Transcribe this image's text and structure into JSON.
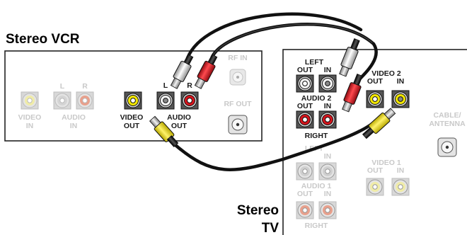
{
  "devices": {
    "vcr": {
      "title": "Stereo VCR"
    },
    "tv": {
      "title_line1": "Stereo",
      "title_line2": "TV"
    }
  },
  "vcr": {
    "video_in": [
      "VIDEO",
      "IN"
    ],
    "audio_in_l": "L",
    "audio_in_r": "R",
    "audio_in": [
      "AUDIO",
      "IN"
    ],
    "video_out": [
      "VIDEO",
      "OUT"
    ],
    "audio_out_l": "L",
    "audio_out_r": "R",
    "audio_out": [
      "AUDIO",
      "OUT"
    ],
    "rf_in": "RF IN",
    "rf_out": "RF OUT"
  },
  "tv": {
    "left": "LEFT",
    "out": "OUT",
    "in": "IN",
    "audio2": "AUDIO 2",
    "right": "RIGHT",
    "video2": "VIDEO 2",
    "cable_antenna": [
      "CABLE/",
      "ANTENNA"
    ],
    "video1": "VIDEO 1",
    "audio1": "AUDIO 1"
  },
  "colors": {
    "yellow": "#f2e600",
    "red": "#d4141c",
    "white": "#e6e6e6",
    "black": "#111111",
    "faded_yellow": "#f0eca8",
    "faded_red": "#e8a08c",
    "gray_jack": "#c8c8c8"
  }
}
